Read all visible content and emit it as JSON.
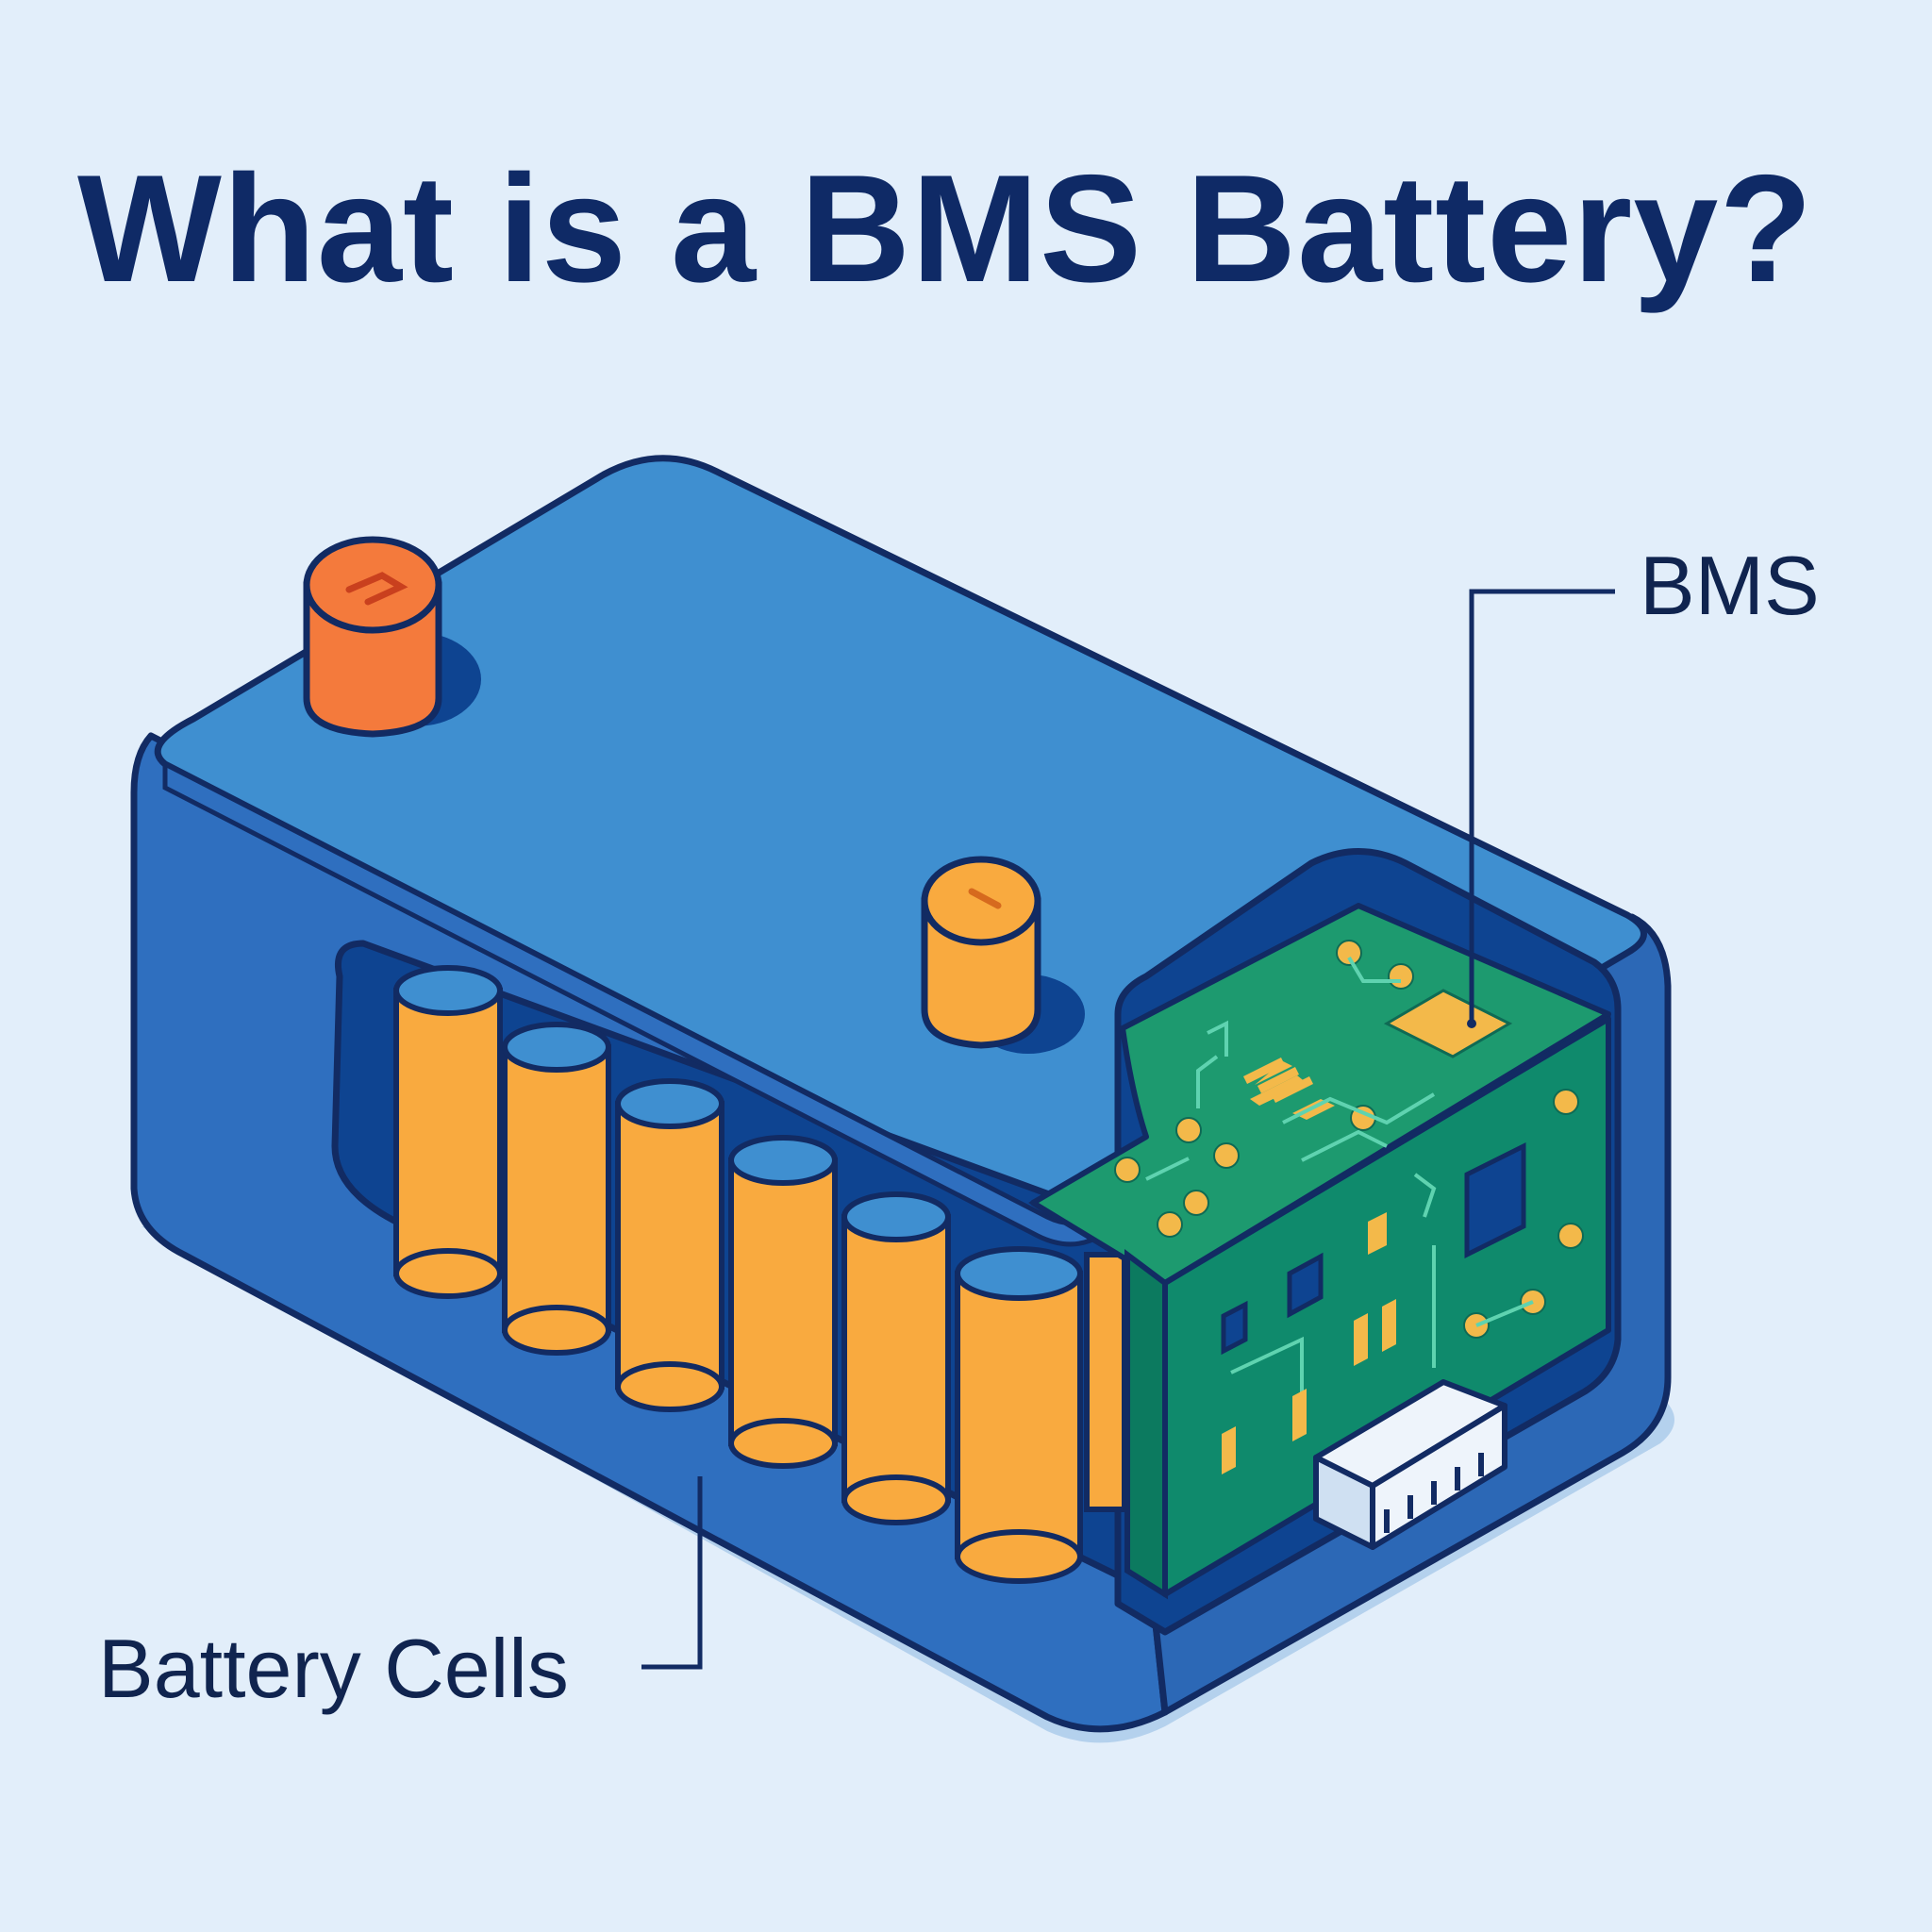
{
  "title": "What is a BMS Battery?",
  "labels": {
    "bms": "BMS",
    "cells": "Battery Cells"
  },
  "colors": {
    "background": "#e2eefa",
    "case_top": "#3f8fd0",
    "case_side": "#2f6fbf",
    "case_interior": "#0e4491",
    "outline": "#122b63",
    "cells": "#f9aa3f",
    "terminal_positive": "#f47a3c",
    "terminal_negative": "#f9aa3f",
    "circuit_board": "#0f8a6c",
    "text": "#10244f"
  },
  "icons": [
    "battery-pack-illustration",
    "circuit-board-illustration",
    "connector-icon"
  ]
}
